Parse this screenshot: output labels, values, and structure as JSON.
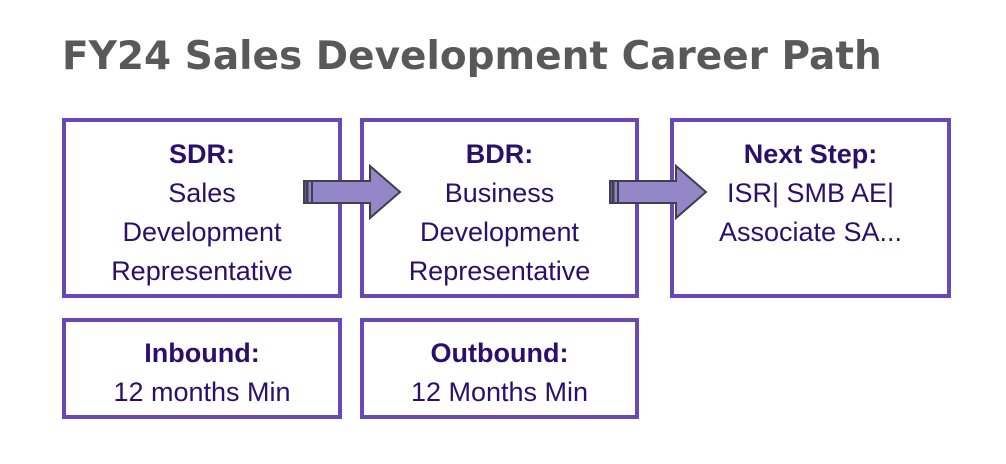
{
  "title": "FY24 Sales Development Career Path",
  "colors": {
    "title": "#595959",
    "box_border": "#6a48b8",
    "box_text": "#2b0f6b",
    "arrow_fill": "#9387c8",
    "arrow_stroke": "#3f3f4f"
  },
  "boxes": {
    "sdr": {
      "heading": "SDR:",
      "lines": [
        "Sales",
        "Development",
        "Representative"
      ]
    },
    "bdr": {
      "heading": "BDR:",
      "lines": [
        "Business",
        "Development",
        "Representative"
      ]
    },
    "next_step": {
      "heading": "Next Step:",
      "lines": [
        "ISR| SMB AE|",
        "Associate SA..."
      ]
    },
    "inbound": {
      "heading": "Inbound:",
      "lines": [
        "12 months Min"
      ]
    },
    "outbound": {
      "heading": "Outbound:",
      "lines": [
        "12 Months Min"
      ]
    }
  },
  "connectors": [
    {
      "from": "SDR:",
      "to": "BDR:",
      "icon": "right-arrow-icon"
    },
    {
      "from": "BDR:",
      "to": "Next Step:",
      "icon": "right-arrow-icon"
    }
  ]
}
